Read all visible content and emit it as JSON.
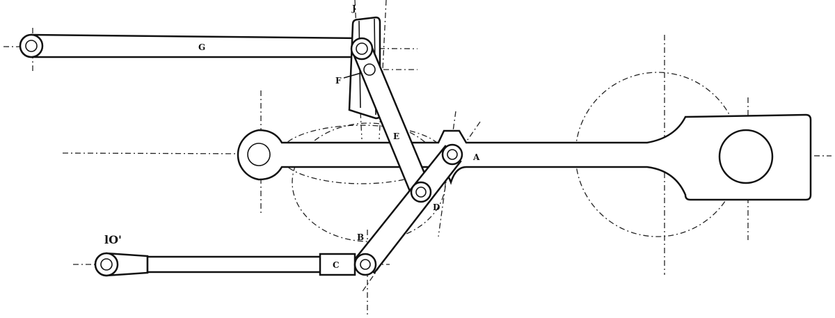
{
  "labels": {
    "g": "G",
    "j": "J",
    "f": "F",
    "e": "E",
    "a": "A",
    "d": "D",
    "b": "B",
    "c": "C",
    "o_prime": "lO'"
  },
  "colors": {
    "ink": "#111111",
    "paper": "#ffffff"
  }
}
